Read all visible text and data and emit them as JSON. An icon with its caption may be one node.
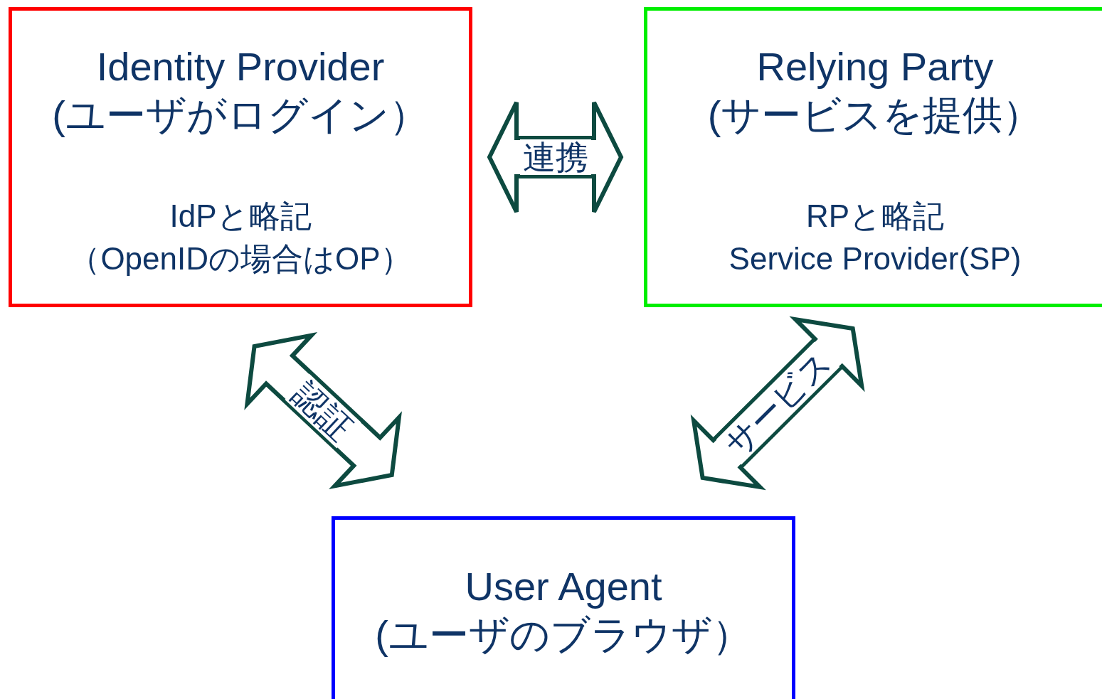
{
  "diagram": {
    "nodes": [
      {
        "text": [
          "Identity Provider (ユーザがログイン）",
          "IdPと略記",
          "（OpenIDの場合はOP）"
        ]
      },
      {
        "text": [
          "Relying Party (サービスを提供）",
          "RPと略記",
          "Service Provider(SP)"
        ]
      },
      {
        "text": [
          "User Agent (ユーザのブラウザ）"
        ]
      }
    ],
    "edges": [
      {
        "from": 0,
        "to": 1,
        "arrow": "both",
        "label": "連携"
      },
      {
        "from": 0,
        "to": 2,
        "arrow": "both",
        "label": "認証"
      },
      {
        "from": 1,
        "to": 2,
        "arrow": "both",
        "label": "サービス"
      }
    ]
  }
}
